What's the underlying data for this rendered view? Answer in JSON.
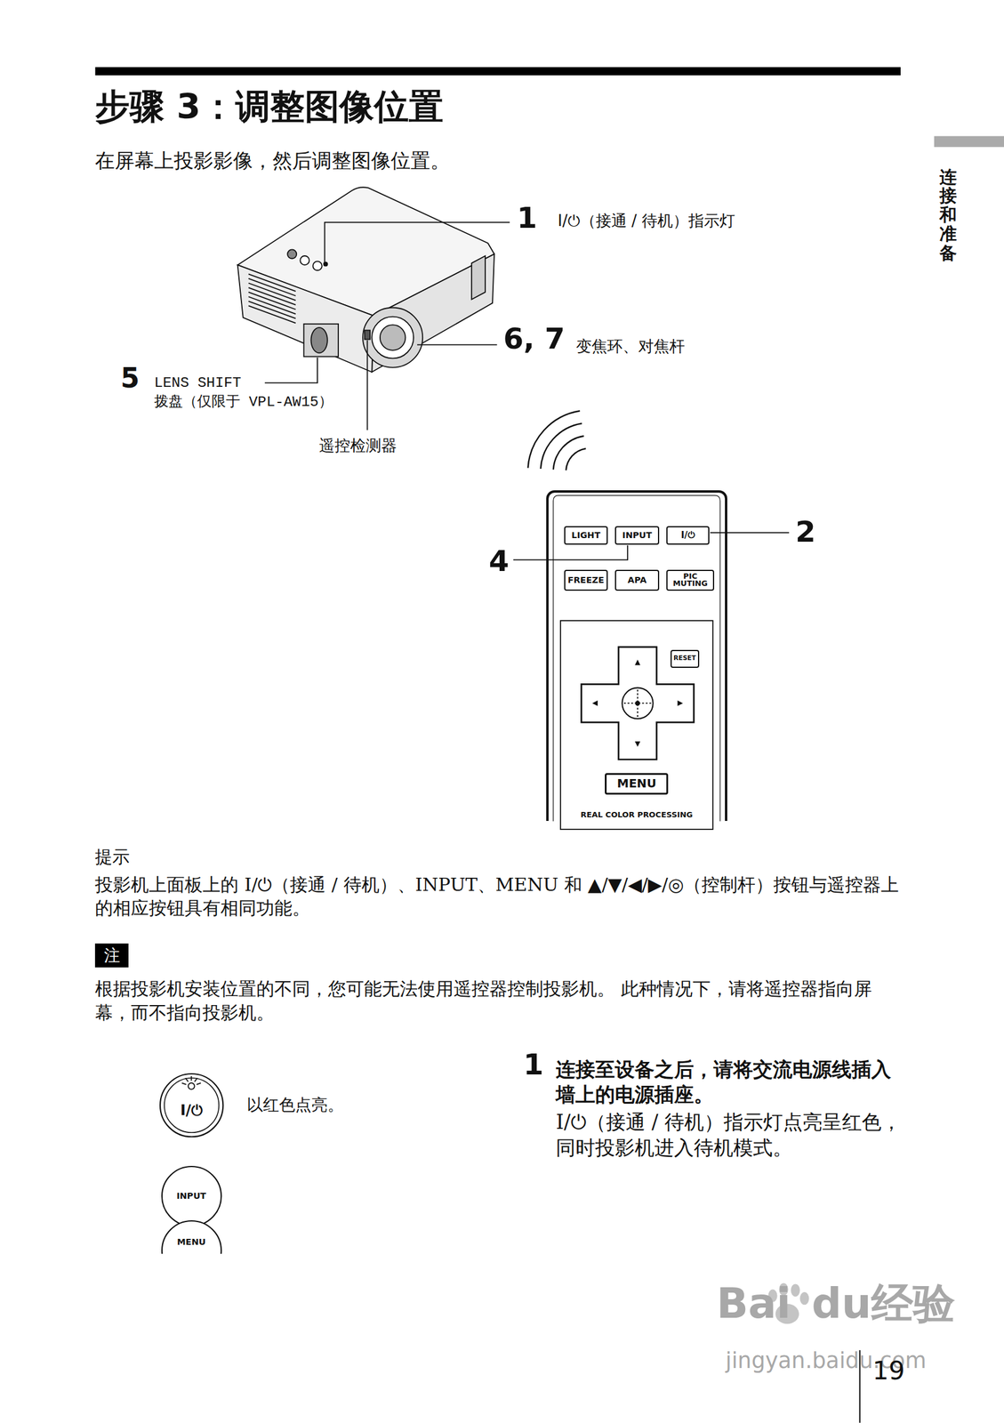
{
  "diagram": {
    "title": "步骤 3：调整图像位置",
    "nodes": [
      {
        "text": [
          "REAL COLOR PROCESSING"
        ]
      },
      {
        "text": [
          "LIGHT"
        ],
        "in": 0
      },
      {
        "text": [
          "INPUT"
        ],
        "in": 0
      },
      {
        "text": [
          "I/⏻"
        ],
        "in": 0
      },
      {
        "text": [
          "FREEZE"
        ],
        "in": 0
      },
      {
        "text": [
          "APA"
        ],
        "in": 0
      },
      {
        "text": [
          "PIC MUTING"
        ],
        "in": 0
      },
      {
        "text": [
          "RESET"
        ],
        "in": 0
      },
      {
        "text": [
          "MENU"
        ],
        "in": 0
      },
      {
        "text": [
          "注"
        ]
      },
      {
        "text": [
          "I/⏻"
        ]
      },
      {
        "text": [
          "INPUT"
        ]
      },
      {
        "text": [
          "MENU"
        ]
      }
    ],
    "labels": [
      "在屏幕上投影影像，然后调整图像位置。",
      "连接和准备",
      "1",
      "I/⏻（接通 / 待机）指示灯",
      "6, 7",
      "变焦环、对焦杆",
      "5",
      "LENS SHIFT",
      "拨盘（仅限于 VPL-AW15）",
      "遥控检测器",
      "2",
      "4",
      "提示",
      "投影机上面板上的 I/⏻（接通 / 待机）、INPUT、MENU 和 ▲/▼/◀/▶/◎（控制杆）按钮与遥控器上的相应按钮具有相同功能。",
      "根据投影机安装位置的不同，您可能无法使用遥控器控制投影机。 此种情况下，请将遥控器指向屏幕，而不指向投影机。",
      "以红色点亮。",
      "1",
      "连接至设备之后，请将交流电源线插入墙上的电源插座。",
      "I/⏻（接通 / 待机）指示灯点亮呈红色，同时投影机进入待机模式。",
      "Bai",
      "du经验",
      "jingyan.baidu.com",
      "19"
    ]
  }
}
